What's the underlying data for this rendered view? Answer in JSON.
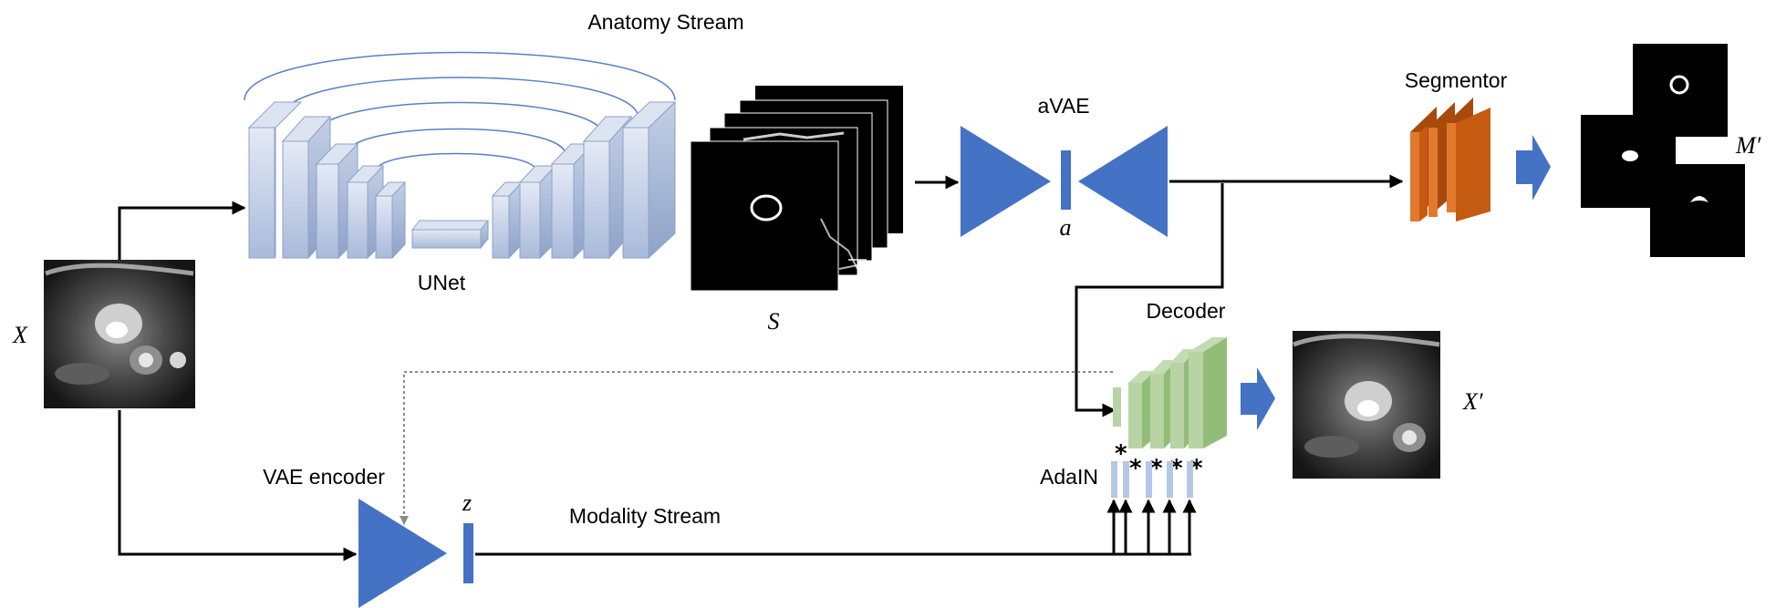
{
  "labels": {
    "anatomy_stream": "Anatomy Stream",
    "unet": "UNet",
    "s": "S",
    "avae": "aVAE",
    "a": "a",
    "segmentor": "Segmentor",
    "m_prime": "M′",
    "x": "X",
    "decoder": "Decoder",
    "x_prime": "X′",
    "adain": "AdaIN",
    "vae_encoder": "VAE encoder",
    "z": "z",
    "modality_stream": "Modality Stream"
  },
  "colors": {
    "blue": "#4472c4",
    "unet_light": "#dde5f3",
    "unet_dark": "#9fb0cf",
    "unet_arc": "#5b7fc7",
    "segmentor": "#c55a11",
    "segmentor_light": "#e2792f",
    "decoder": "#92bd78",
    "decoder_light": "#c3dcb2",
    "adain": "#b4c7e7"
  }
}
